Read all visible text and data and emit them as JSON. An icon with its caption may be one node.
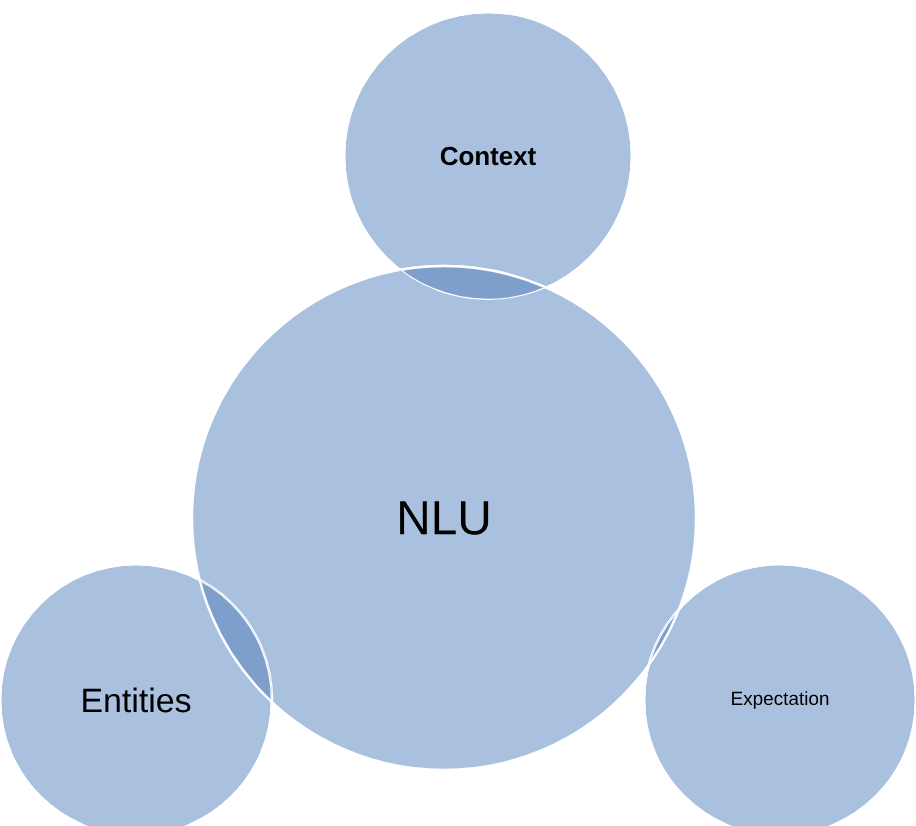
{
  "diagram": {
    "nodes": [
      {
        "text": [
          "Context"
        ]
      },
      {
        "text": [
          "NLU"
        ]
      },
      {
        "text": [
          "Entities"
        ]
      },
      {
        "text": [
          "Expectation"
        ]
      }
    ]
  }
}
